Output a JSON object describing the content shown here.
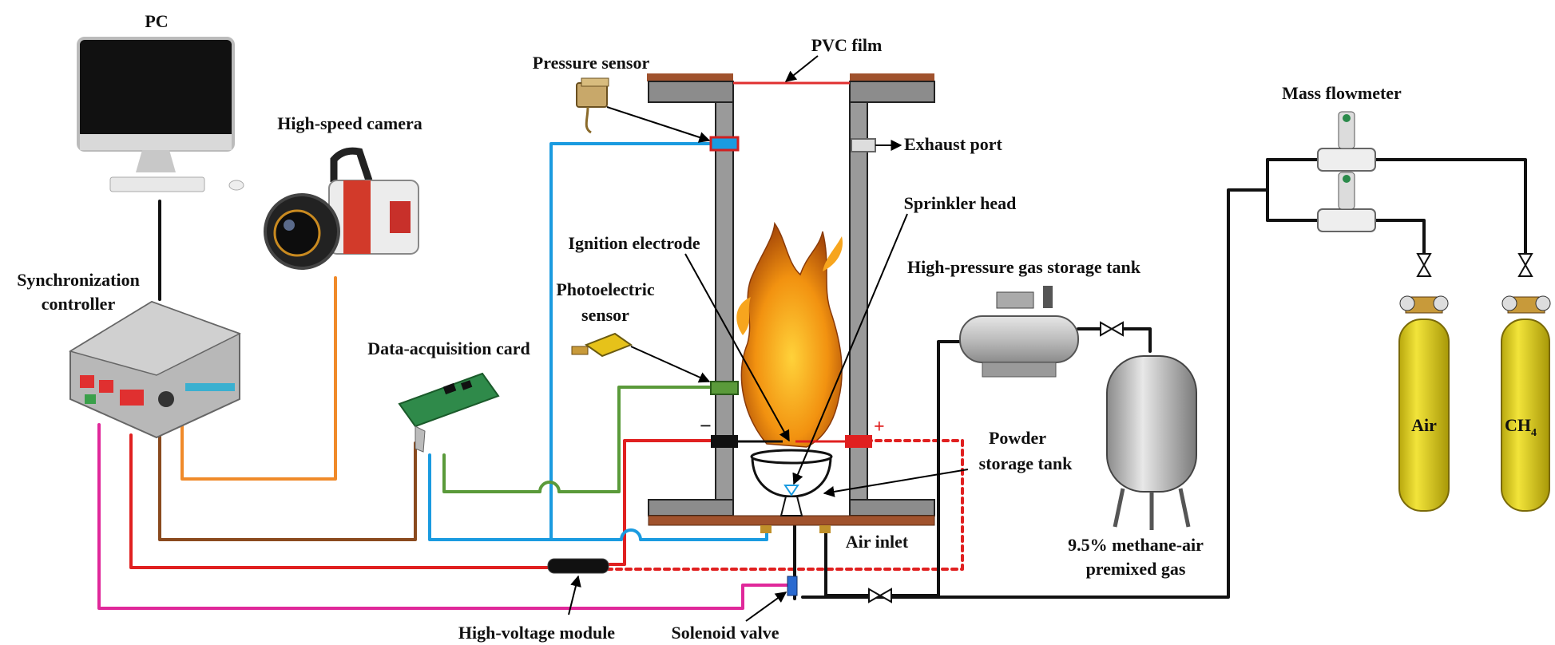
{
  "diagram": {
    "labels": {
      "pc": "PC",
      "high_speed_camera": "High-speed camera",
      "sync_controller_line1": "Synchronization",
      "sync_controller_line2": "controller",
      "data_acquisition_card": "Data-acquisition card",
      "pressure_sensor": "Pressure sensor",
      "pvc_film": "PVC film",
      "exhaust_port": "Exhaust port",
      "sprinkler_head": "Sprinkler head",
      "ignition_electrode": "Ignition electrode",
      "photoelectric_line1": "Photoelectric",
      "photoelectric_line2": "sensor",
      "powder_tank_line1": "Powder",
      "powder_tank_line2": "storage tank",
      "air_inlet": "Air inlet",
      "high_voltage_module": "High-voltage module",
      "solenoid_valve": "Solenoid valve",
      "hp_tank": "High-pressure gas storage tank",
      "premixed_line1": "9.5% methane-air",
      "premixed_line2": "premixed gas",
      "mass_flowmeter": "Mass flowmeter",
      "cylinder_air": "Air",
      "cylinder_ch4_base": "CH",
      "cylinder_ch4_sub": "4",
      "electrode_minus": "−",
      "electrode_plus": "+"
    },
    "colors": {
      "pressure_line": "#1a9be0",
      "photoelectric_line": "#5a9a3a",
      "ignition_line": "#e02020",
      "camera_line": "#f08a2a",
      "trigger_line": "#8a4a1e",
      "solenoid_line": "#e0289a",
      "gas_line": "#111111",
      "pvc_film": "#e03030",
      "flange": "#a0522d",
      "cylinder": "#e4d61e",
      "flame": "#f09010"
    },
    "icons": [
      "pc-monitor-icon",
      "keyboard-icon",
      "mouse-icon",
      "camera-icon",
      "controller-box-icon",
      "daq-card-icon",
      "pressure-sensor-icon",
      "photoelectric-sensor-icon",
      "flame-icon",
      "valve-icon",
      "gas-tank-icon",
      "flowmeter-icon",
      "gas-cylinder-icon"
    ]
  }
}
